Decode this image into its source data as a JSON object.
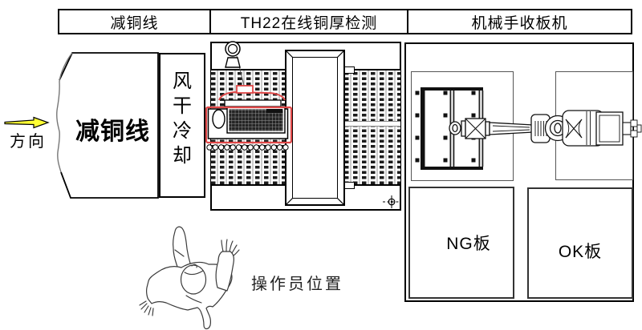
{
  "header": {
    "cells": [
      {
        "label": "减铜线"
      },
      {
        "label": "TH22在线铜厚检测"
      },
      {
        "label": "机械手收板机"
      }
    ]
  },
  "flow": {
    "direction_label": "方向"
  },
  "copper_line": {
    "label": "减铜线"
  },
  "air_cooling": {
    "label": "风干冷却",
    "chars": [
      "风",
      "干",
      "冷",
      "却"
    ]
  },
  "collector": {
    "ng_label": "NG板",
    "ok_label": "OK板"
  },
  "operator": {
    "label": "操作员位置"
  },
  "colors": {
    "device_highlight_red": "#e04848",
    "arrow_yellow": "#ffff33"
  }
}
